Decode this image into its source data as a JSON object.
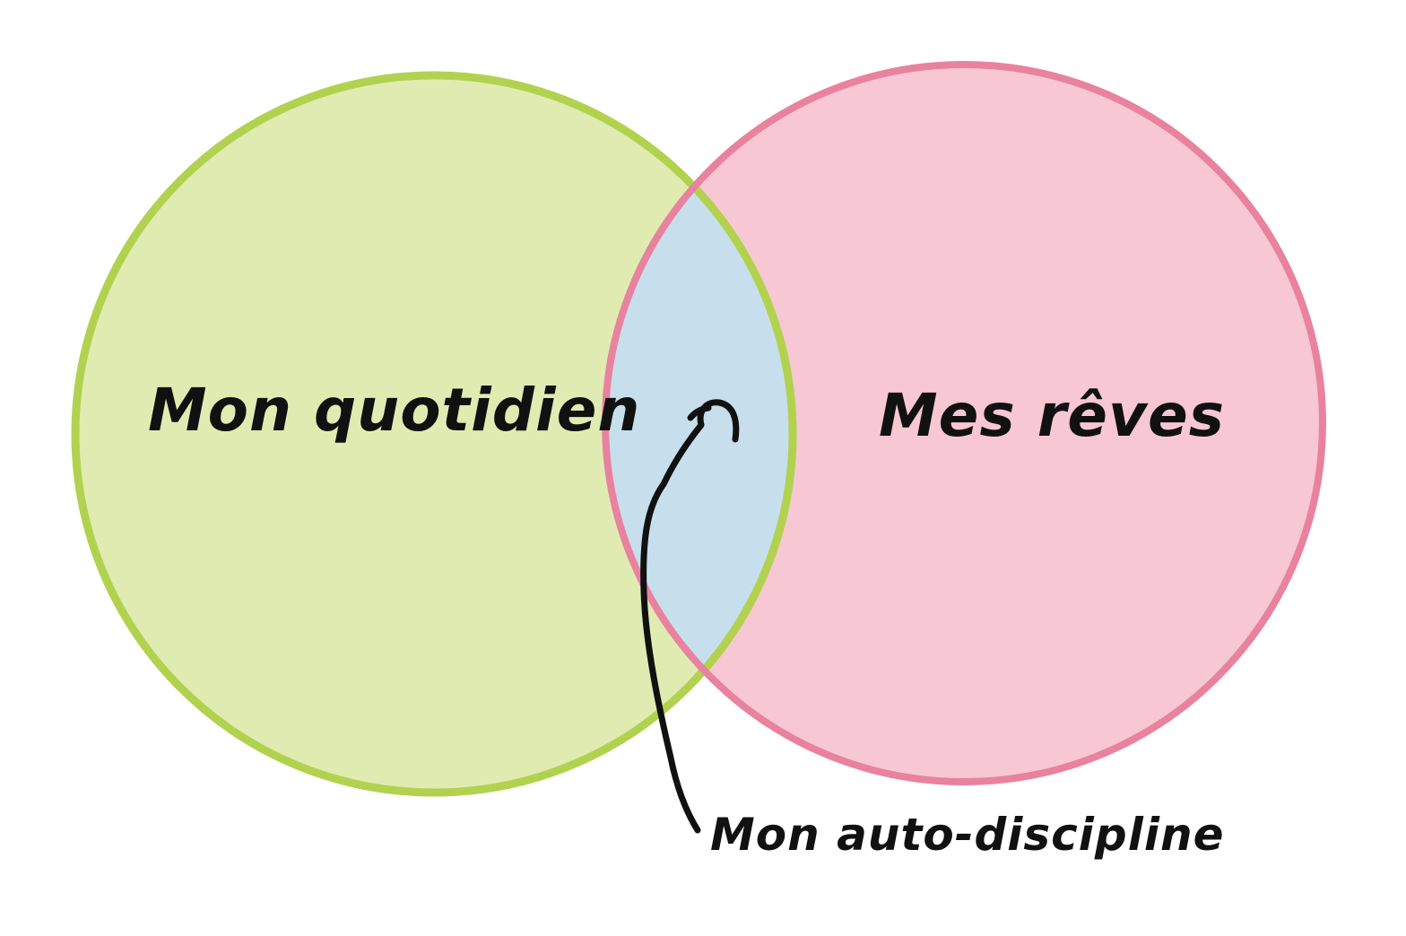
{
  "diagram": {
    "type": "venn",
    "left_set": {
      "label": "Mon quotidien",
      "fill_color": "#e0ebb2",
      "stroke_color": "#b2d24f"
    },
    "right_set": {
      "label": "Mes rêves",
      "fill_color": "#f7c7d3",
      "stroke_color": "#e8829f"
    },
    "intersection": {
      "label": "Mon auto-discipline",
      "fill_color": "#c7dfec"
    },
    "arrow_color": "#111111"
  }
}
